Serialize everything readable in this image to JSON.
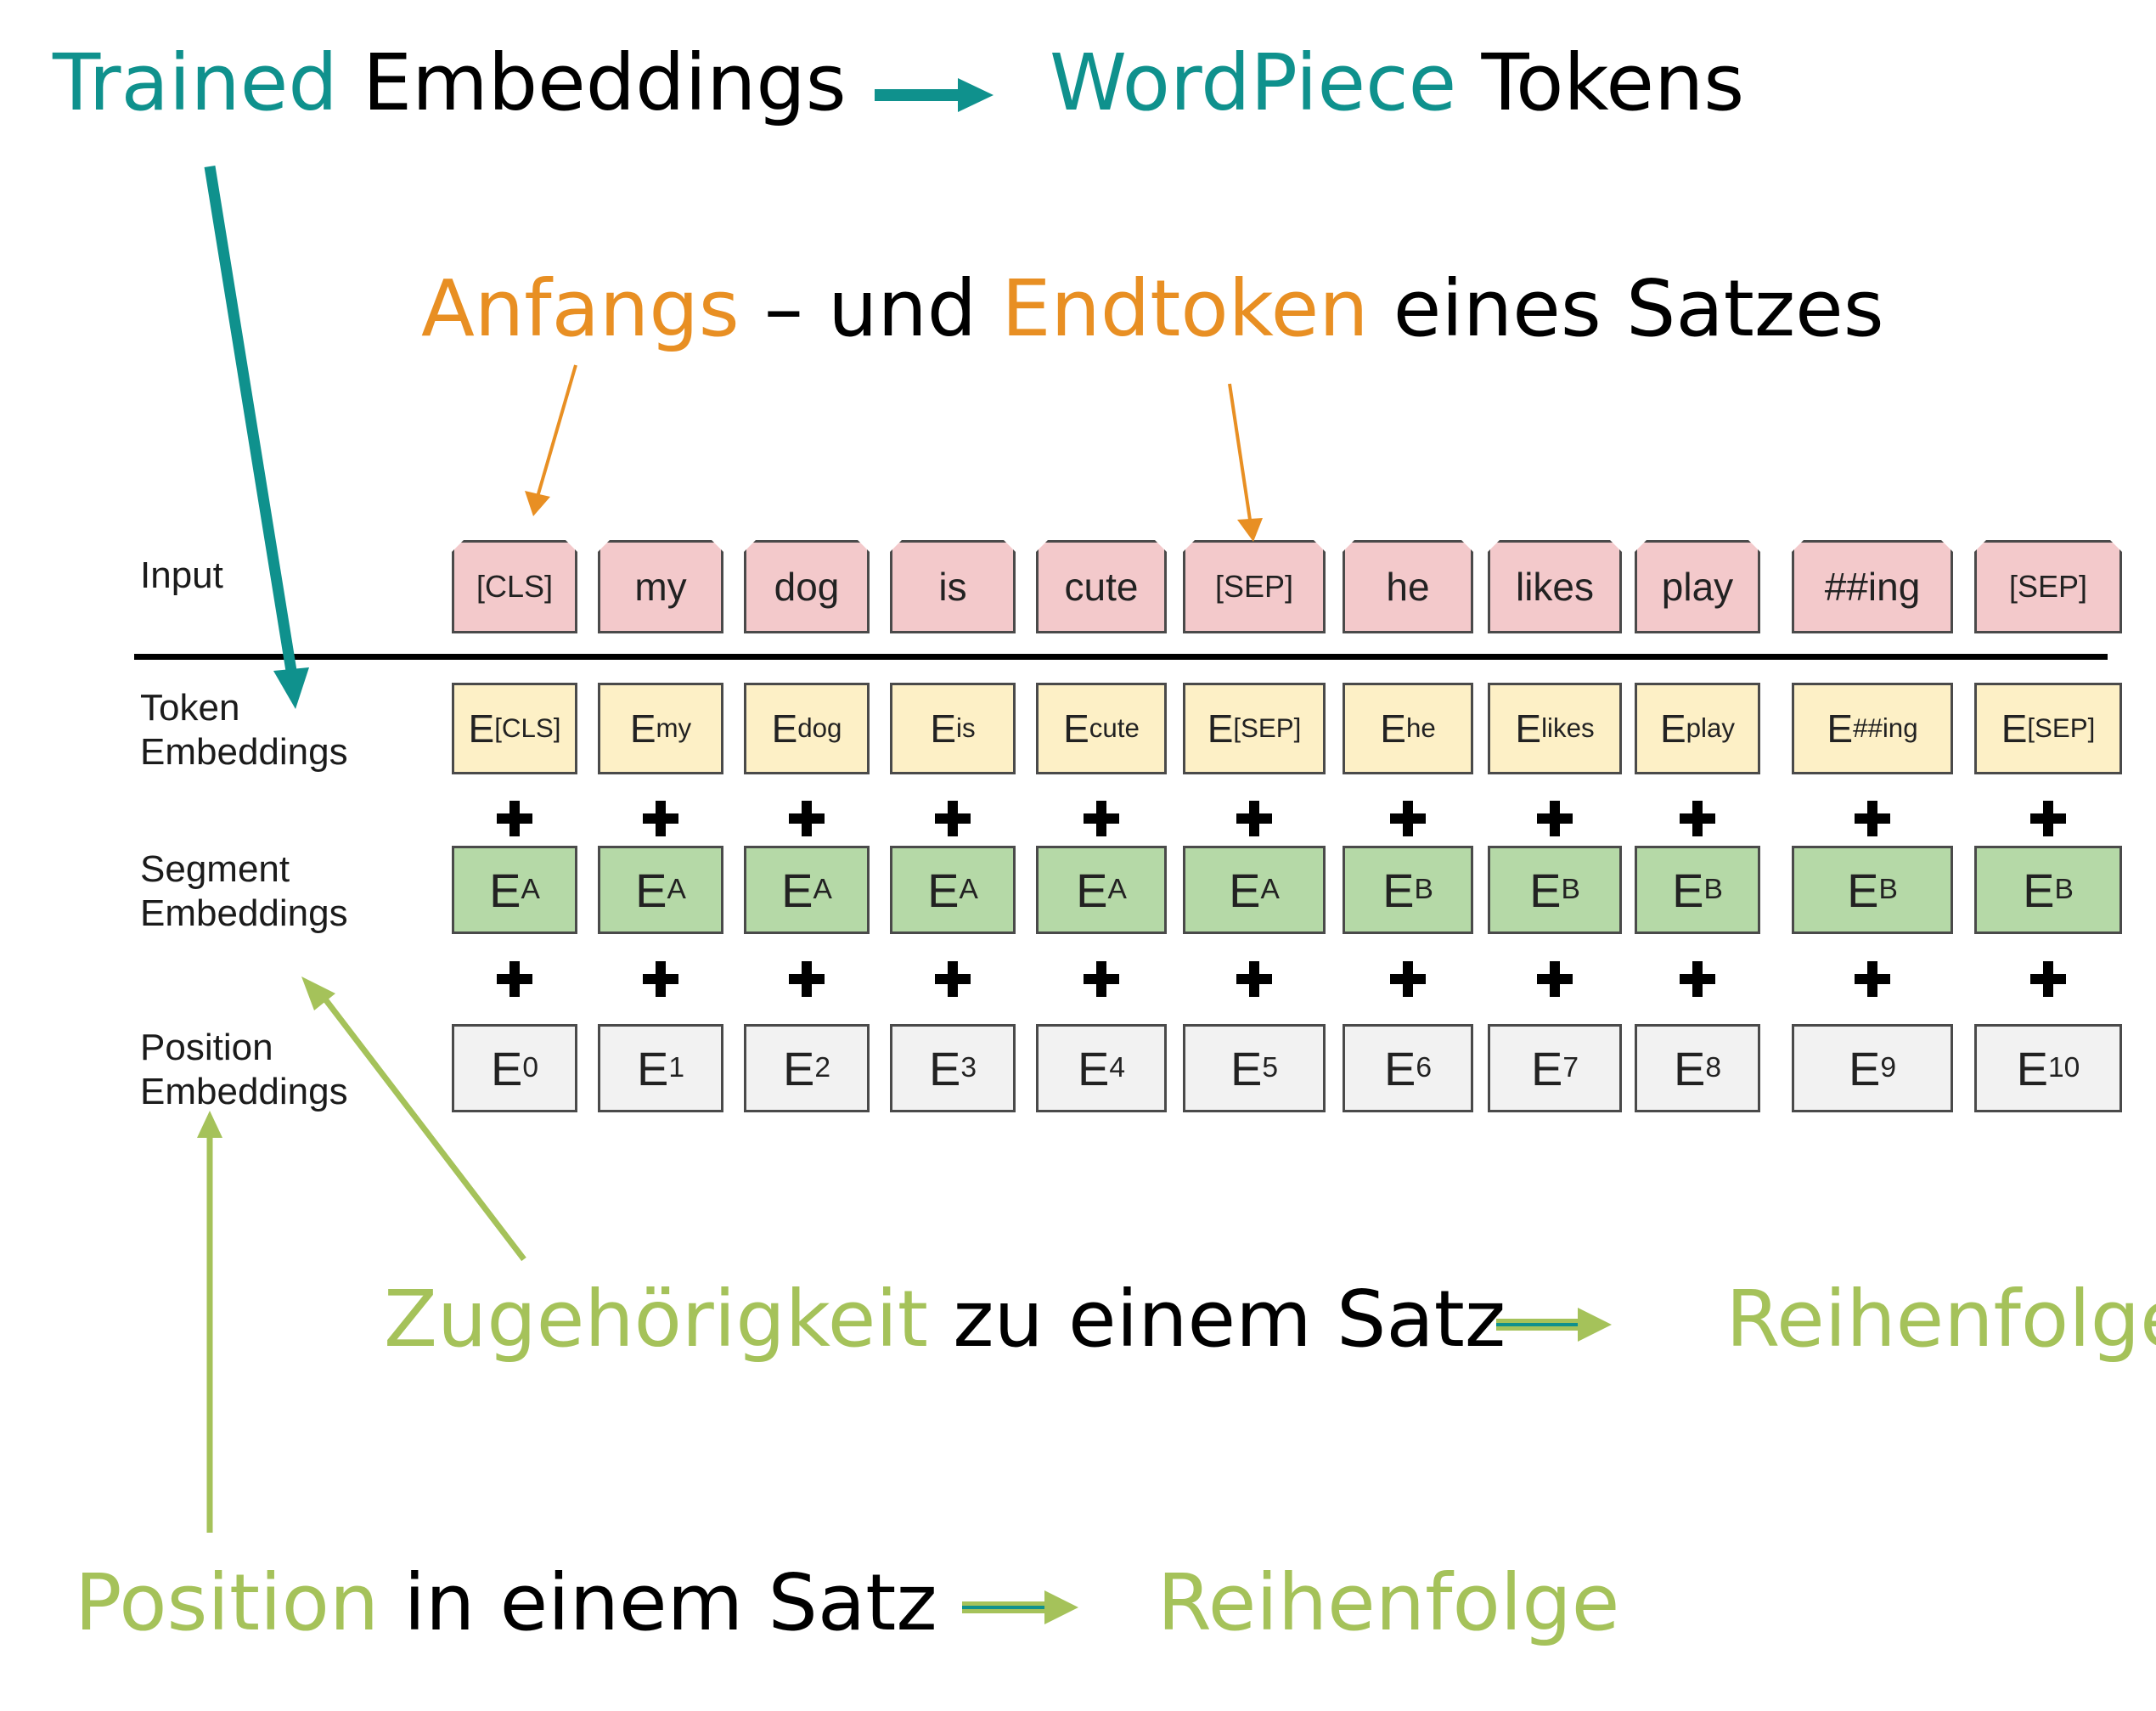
{
  "captions": {
    "line1": {
      "highlight1": "Trained",
      "text1": " Embeddings",
      "highlight2": "WordPiece",
      "text2": " Tokens"
    },
    "line2": {
      "highlight1": "Anfangs",
      "text1": " – und ",
      "highlight2": "Endtoken",
      "text2": " eines Satzes"
    },
    "line3": {
      "highlight1": "Zugehörigkeit",
      "text1": " zu einem Satz",
      "result": "Reihenfolge"
    },
    "line4": {
      "highlight1": "Position",
      "text1": " in einem Satz",
      "result": "Reihenfolge"
    }
  },
  "row_labels": {
    "input": "Input",
    "token_1": "Token",
    "token_2": "Embeddings",
    "segment_1": "Segment",
    "segment_2": "Embeddings",
    "position_1": "Position",
    "position_2": "Embeddings"
  },
  "tokens": [
    "[CLS]",
    "my",
    "dog",
    "is",
    "cute",
    "[SEP]",
    "he",
    "likes",
    "play",
    "##ing",
    "[SEP]"
  ],
  "token_embeddings": {
    "base": "E",
    "subs": [
      "[CLS]",
      "my",
      "dog",
      "is",
      "cute",
      "[SEP]",
      "he",
      "likes",
      "play",
      "##ing",
      "[SEP]"
    ]
  },
  "segment_embeddings": {
    "base": "E",
    "subs": [
      "A",
      "A",
      "A",
      "A",
      "A",
      "A",
      "B",
      "B",
      "B",
      "B",
      "B"
    ]
  },
  "position_embeddings": {
    "base": "E",
    "subs": [
      "0",
      "1",
      "2",
      "3",
      "4",
      "5",
      "6",
      "7",
      "8",
      "9",
      "10"
    ]
  },
  "colors": {
    "teal": "#0f918d",
    "orange": "#e88f23",
    "lime": "#a5c25a",
    "token_fill": "#f3c9cb",
    "token_embedding_fill": "#fdf0c6",
    "segment_fill": "#b5d9a7",
    "position_fill": "#f2f2f2"
  }
}
